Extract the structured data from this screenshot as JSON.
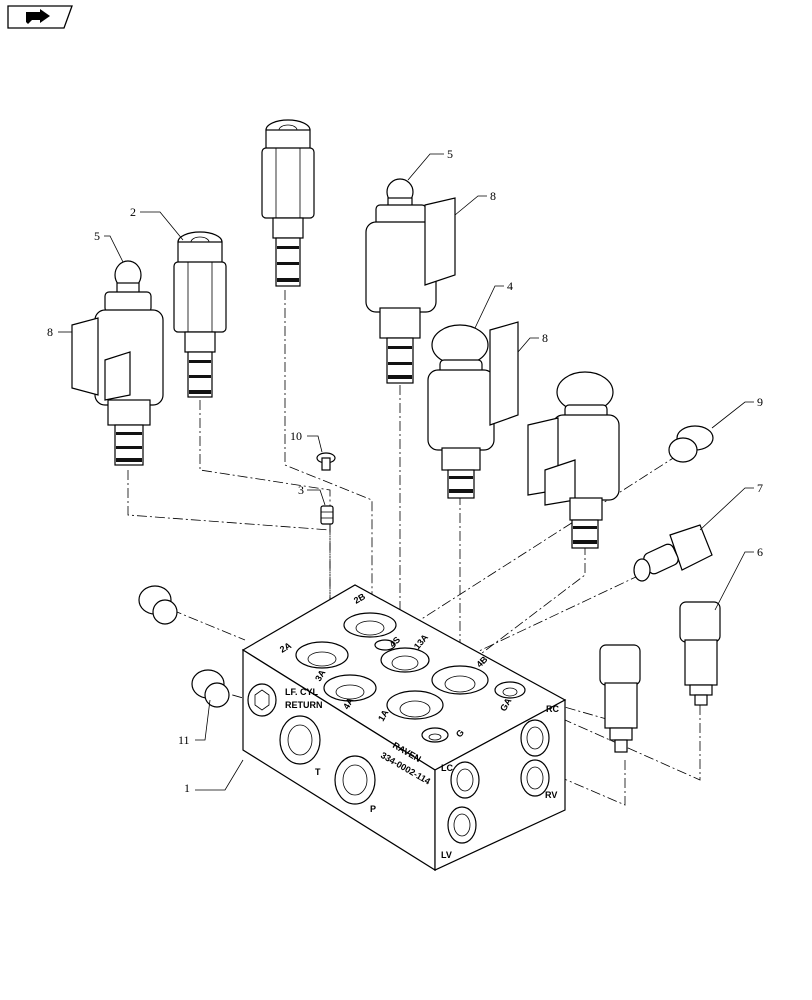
{
  "nav": {
    "icon": "forward-arrow-icon"
  },
  "callouts": {
    "c1": "1",
    "c2": "2",
    "c3": "3",
    "c4": "4",
    "c5a": "5",
    "c5b": "5",
    "c6": "6",
    "c7": "7",
    "c8a": "8",
    "c8b": "8",
    "c8c": "8",
    "c9": "9",
    "c10": "10",
    "c11": "11"
  },
  "ports": {
    "lf_cyl": "LF. CYL",
    "return": "RETURN",
    "t": "T",
    "p": "P",
    "p2a": "2A",
    "p2b": "2B",
    "p3a": "3A",
    "p4a": "4A",
    "p1a": "1A",
    "p13a": "13A",
    "p4b": "4B",
    "p4s": "4S",
    "ga": "GA",
    "g": "G",
    "rc": "RC",
    "lc": "LC",
    "rv": "RV",
    "lv": "LV",
    "raven": "RAVEN",
    "part_no": "334-0002-114"
  }
}
